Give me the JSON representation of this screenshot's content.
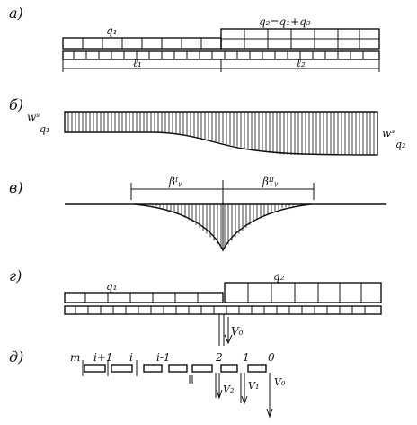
{
  "panels": {
    "a": {
      "label": "а)",
      "load_left": "q₁",
      "load_right": "q₂=q₁+q₃",
      "dim_left": "ℓ₁",
      "dim_right": "ℓ₂"
    },
    "b": {
      "label": "б)",
      "left_top": "wˢ",
      "left_bottom": "q₁",
      "right_top": "wˢ",
      "right_bottom": "q₂"
    },
    "c": {
      "label": "в)",
      "dim_left": "βᴵᵧ",
      "dim_right": "βᴵᴵᵧ"
    },
    "d": {
      "label": "г)",
      "load_left": "q₁",
      "load_right": "q₂",
      "force": "V₀"
    },
    "e": {
      "label": "д)",
      "node_labels": [
        "m",
        "i+1",
        "i",
        "i-1",
        "2",
        "1",
        "0"
      ],
      "forces": [
        "V₂",
        "V₁",
        "V₀"
      ]
    }
  }
}
